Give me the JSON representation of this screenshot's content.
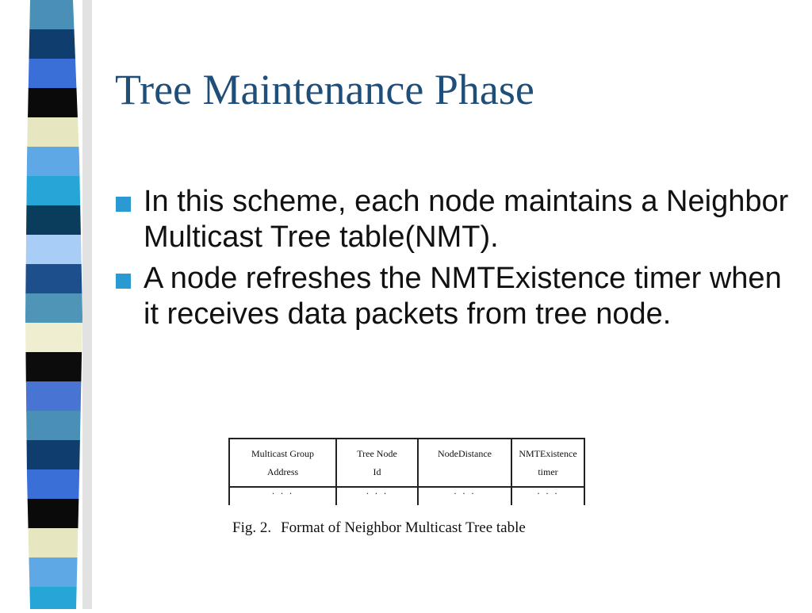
{
  "colors": {
    "title": "#1f4e79",
    "bullet": "#2b9ad3",
    "stripes": [
      "#4a8fb5",
      "#0f3d6e",
      "#3a6fd8",
      "#0a0a0a",
      "#e6e6c0",
      "#5fa8e6",
      "#26a6d6",
      "#0a3c5c",
      "#a8cdf7",
      "#1d4f8c",
      "#4f95b8",
      "#f0eed0",
      "#0c0c0c",
      "#4875d4"
    ]
  },
  "slide": {
    "title": "Tree Maintenance Phase",
    "bullets": [
      "In this scheme, each node maintains a Neighbor Multicast Tree table(NMT).",
      "A node refreshes the NMTExistence timer when it receives data packets from tree node."
    ]
  },
  "figure": {
    "columns": [
      {
        "line1": "Multicast Group",
        "line2": "Address"
      },
      {
        "line1": "Tree Node",
        "line2": "Id"
      },
      {
        "line1": "NodeDistance",
        "line2": ""
      },
      {
        "line1": "NMTExistence",
        "line2": "timer"
      }
    ],
    "row": [
      "· · ·",
      "· · ·",
      "· · ·",
      "· · ·"
    ],
    "caption_label": "Fig. 2.",
    "caption_text": "Format of Neighbor Multicast Tree table"
  }
}
